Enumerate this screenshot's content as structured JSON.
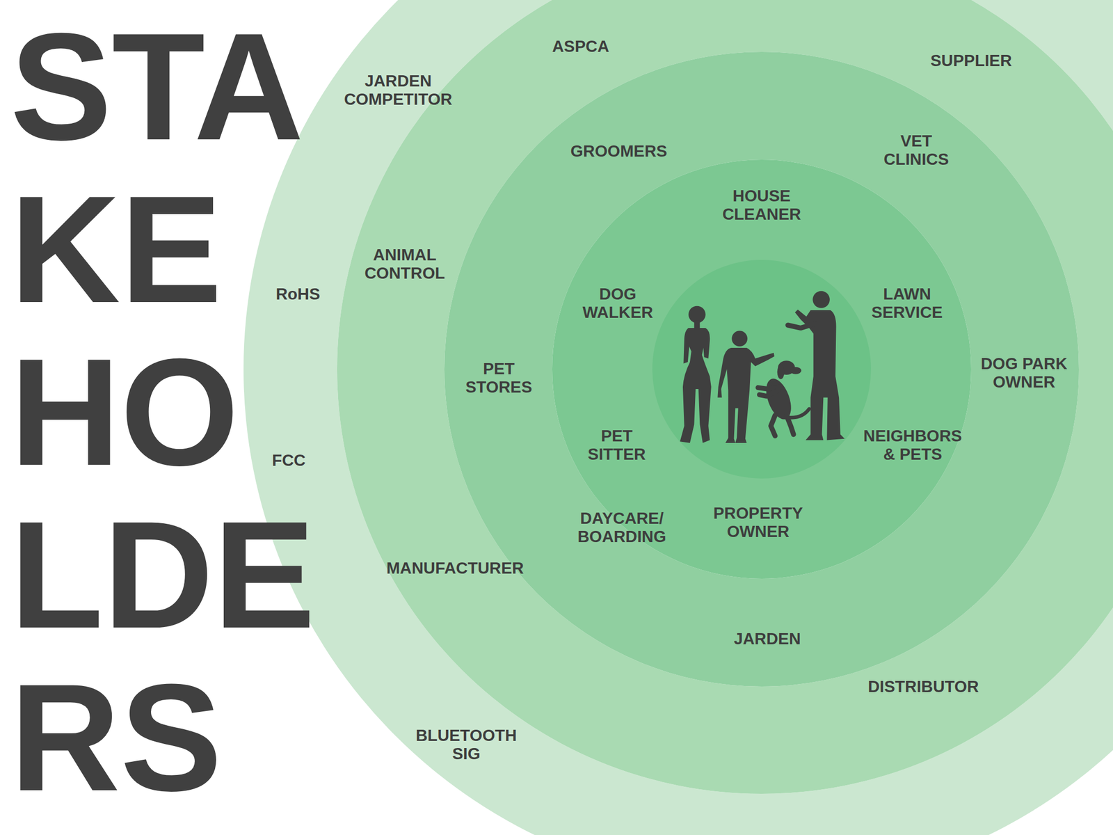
{
  "diagram": {
    "title": "STAKEHOLDERS",
    "nodes": [
      {
        "text": [
          "JARDEN COMPETITOR",
          "RoHS",
          "FCC",
          "BLUETOOTH SIG"
        ]
      },
      {
        "text": [
          "ASPCA",
          "SUPPLIER",
          "ANIMAL CONTROL",
          "MANUFACTURER",
          "DISTRIBUTOR"
        ],
        "in": 0
      },
      {
        "text": [
          "GROOMERS",
          "VET CLINICS",
          "PET STORES",
          "DOG PARK OWNER",
          "DAYCARE/ BOARDING",
          "JARDEN"
        ],
        "in": 1
      },
      {
        "text": [
          "HOUSE CLEANER",
          "DOG WALKER",
          "LAWN SERVICE",
          "PET SITTER",
          "NEIGHBORS & PETS",
          "PROPERTY OWNER"
        ],
        "in": 2
      }
    ]
  }
}
